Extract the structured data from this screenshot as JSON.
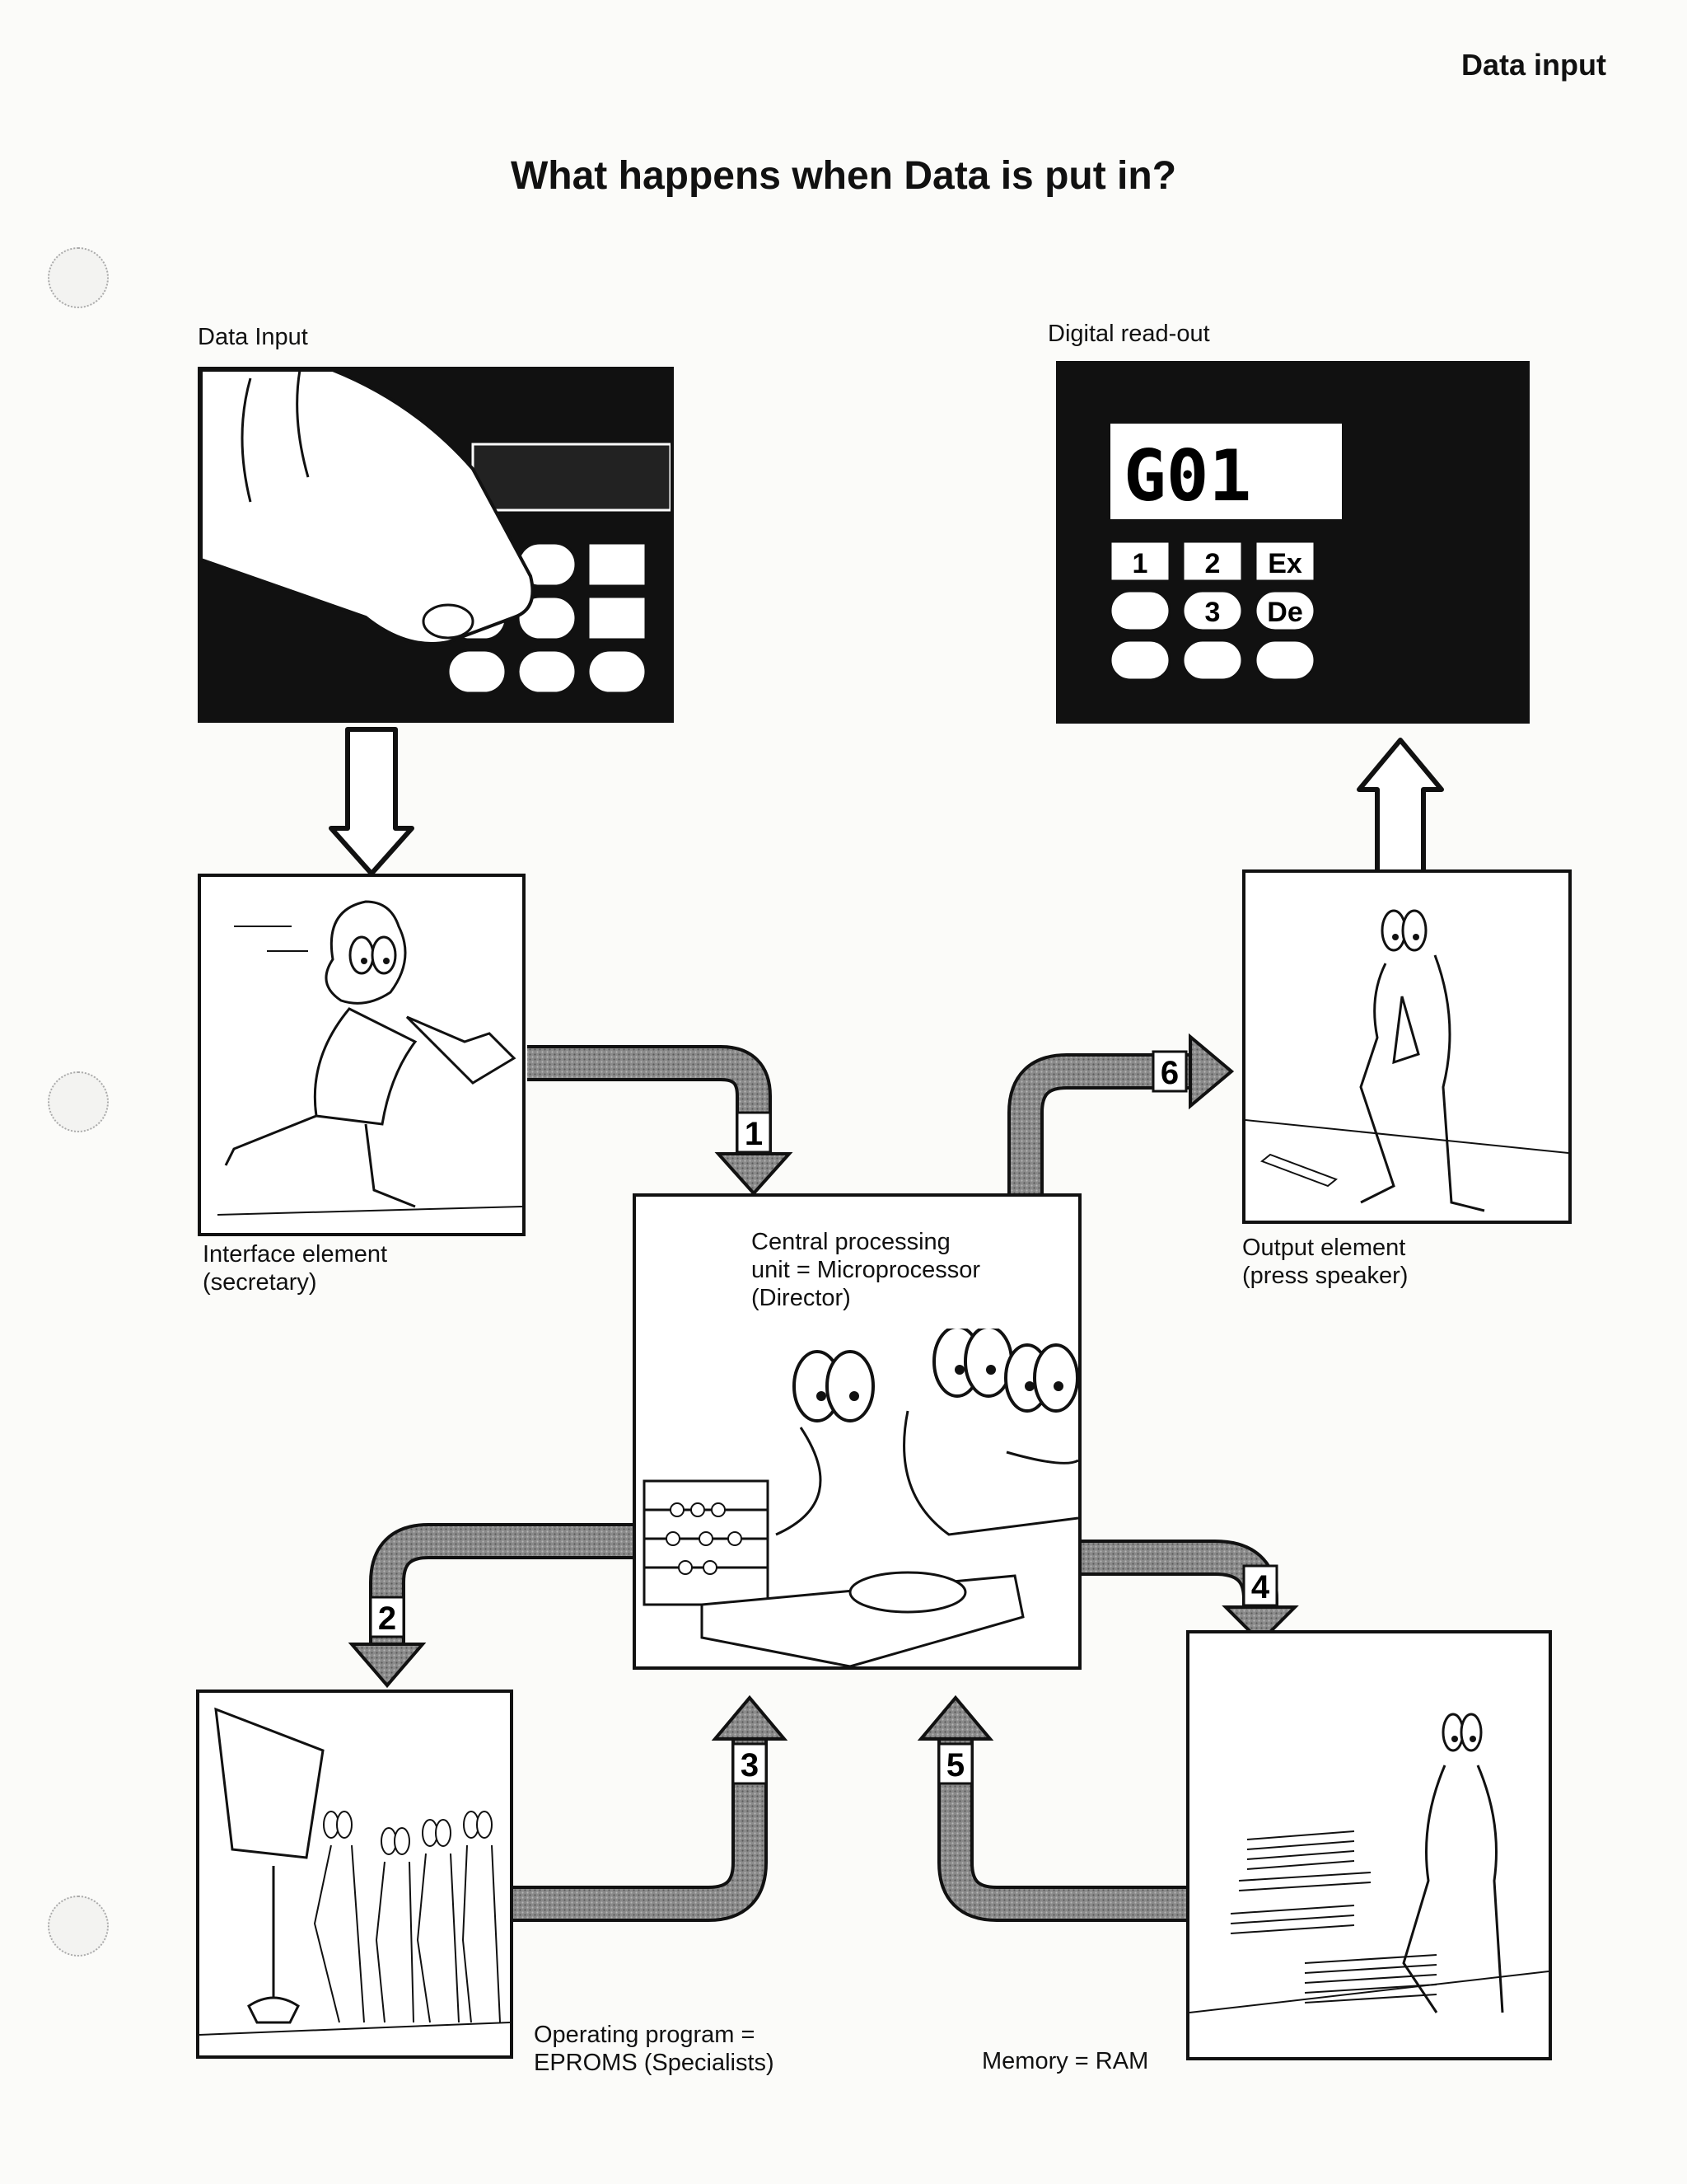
{
  "header": {
    "section_label": "Data input"
  },
  "title": "What happens when Data is put in?",
  "panels": {
    "data_input": {
      "label": "Data Input"
    },
    "digital_readout": {
      "label": "Digital read-out",
      "display_value": "G01",
      "keys": [
        "1",
        "2",
        "Ex",
        "3",
        "De"
      ]
    },
    "interface_element": {
      "caption": "Interface element\n(secretary)"
    },
    "cpu": {
      "caption": "Central processing\nunit = Microprocessor\n(Director)"
    },
    "output_element": {
      "caption": "Output element\n(press speaker)"
    },
    "operating_program": {
      "caption": "Operating program =\nEPROMS (Specialists)"
    },
    "memory": {
      "caption": "Memory = RAM"
    }
  },
  "flow_steps": [
    "1",
    "2",
    "3",
    "4",
    "5",
    "6"
  ],
  "colors": {
    "ink": "#111111",
    "paper": "#fbfbf9",
    "arrow_fill": "#8a8a8a"
  }
}
